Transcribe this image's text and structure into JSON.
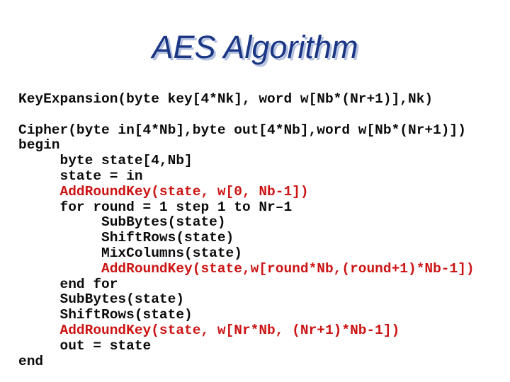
{
  "slide": {
    "title": "AES Algorithm",
    "colors": {
      "background": "#ffffff",
      "title": "#1a3684",
      "title_shadow": "#b6c3e0",
      "code": "#0b0b0b",
      "highlight": "#cc1414"
    },
    "code_lines": [
      {
        "text": "KeyExpansion(byte key[4*Nk], word w[Nb*(Nr+1)],Nk)",
        "highlight": false
      },
      {
        "text": "",
        "highlight": false
      },
      {
        "text": "Cipher(byte in[4*Nb],byte out[4*Nb],word w[Nb*(Nr+1)])",
        "highlight": false
      },
      {
        "text": "begin",
        "highlight": false
      },
      {
        "text": "     byte state[4,Nb]",
        "highlight": false
      },
      {
        "text": "     state = in",
        "highlight": false
      },
      {
        "text": "     AddRoundKey(state, w[0, Nb-1])",
        "highlight": true
      },
      {
        "text": "     for round = 1 step 1 to Nr–1",
        "highlight": false
      },
      {
        "text": "          SubBytes(state)",
        "highlight": false
      },
      {
        "text": "          ShiftRows(state)",
        "highlight": false
      },
      {
        "text": "          MixColumns(state)",
        "highlight": false
      },
      {
        "text": "          AddRoundKey(state,w[round*Nb,(round+1)*Nb-1])",
        "highlight": true
      },
      {
        "text": "     end for",
        "highlight": false
      },
      {
        "text": "     SubBytes(state)",
        "highlight": false
      },
      {
        "text": "     ShiftRows(state)",
        "highlight": false
      },
      {
        "text": "     AddRoundKey(state, w[Nr*Nb, (Nr+1)*Nb-1])",
        "highlight": true
      },
      {
        "text": "     out = state",
        "highlight": false
      },
      {
        "text": "end",
        "highlight": false
      }
    ]
  }
}
